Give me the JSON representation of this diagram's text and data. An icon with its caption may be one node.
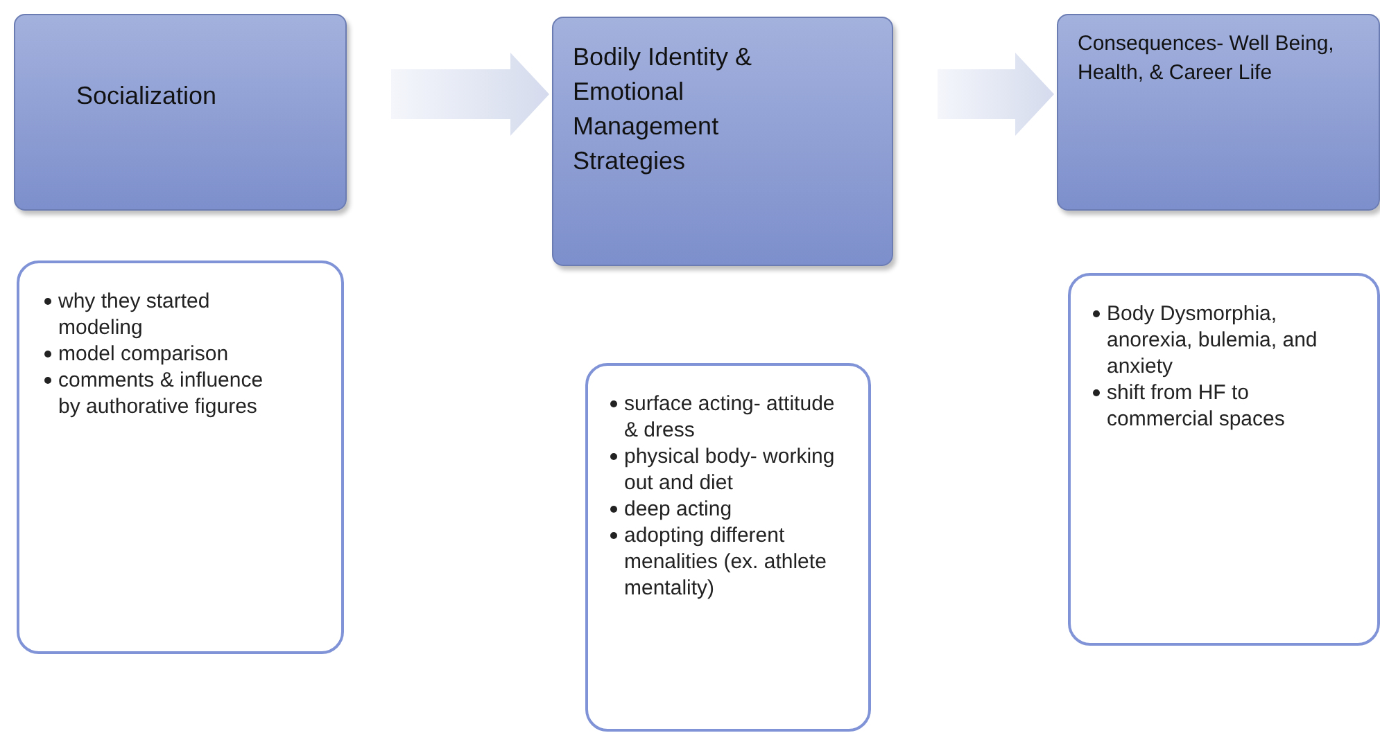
{
  "diagram": {
    "nodes": [
      {
        "text": [
          "Socialization"
        ]
      },
      {
        "text": [
          "Bodily Identity & Emotional Management Strategies"
        ]
      },
      {
        "text": [
          "Consequences- Well Being, Health, & Career Life"
        ]
      },
      {
        "text": [
          "why they started modeling",
          "model comparison",
          "comments & influence  by authorative figures"
        ]
      },
      {
        "text": [
          "surface acting- attitude & dress",
          "physical body- working out and diet",
          "deep acting",
          "adopting different menalities (ex. athlete mentality)"
        ]
      },
      {
        "text": [
          "Body Dysmorphia, anorexia, bulemia, and anxiety",
          "shift from HF to commercial spaces"
        ]
      }
    ],
    "edges": [
      {
        "from": 0,
        "to": 1,
        "arrow": "to",
        "style": "thick"
      },
      {
        "from": 1,
        "to": 2,
        "arrow": "to",
        "style": "thick"
      }
    ]
  }
}
